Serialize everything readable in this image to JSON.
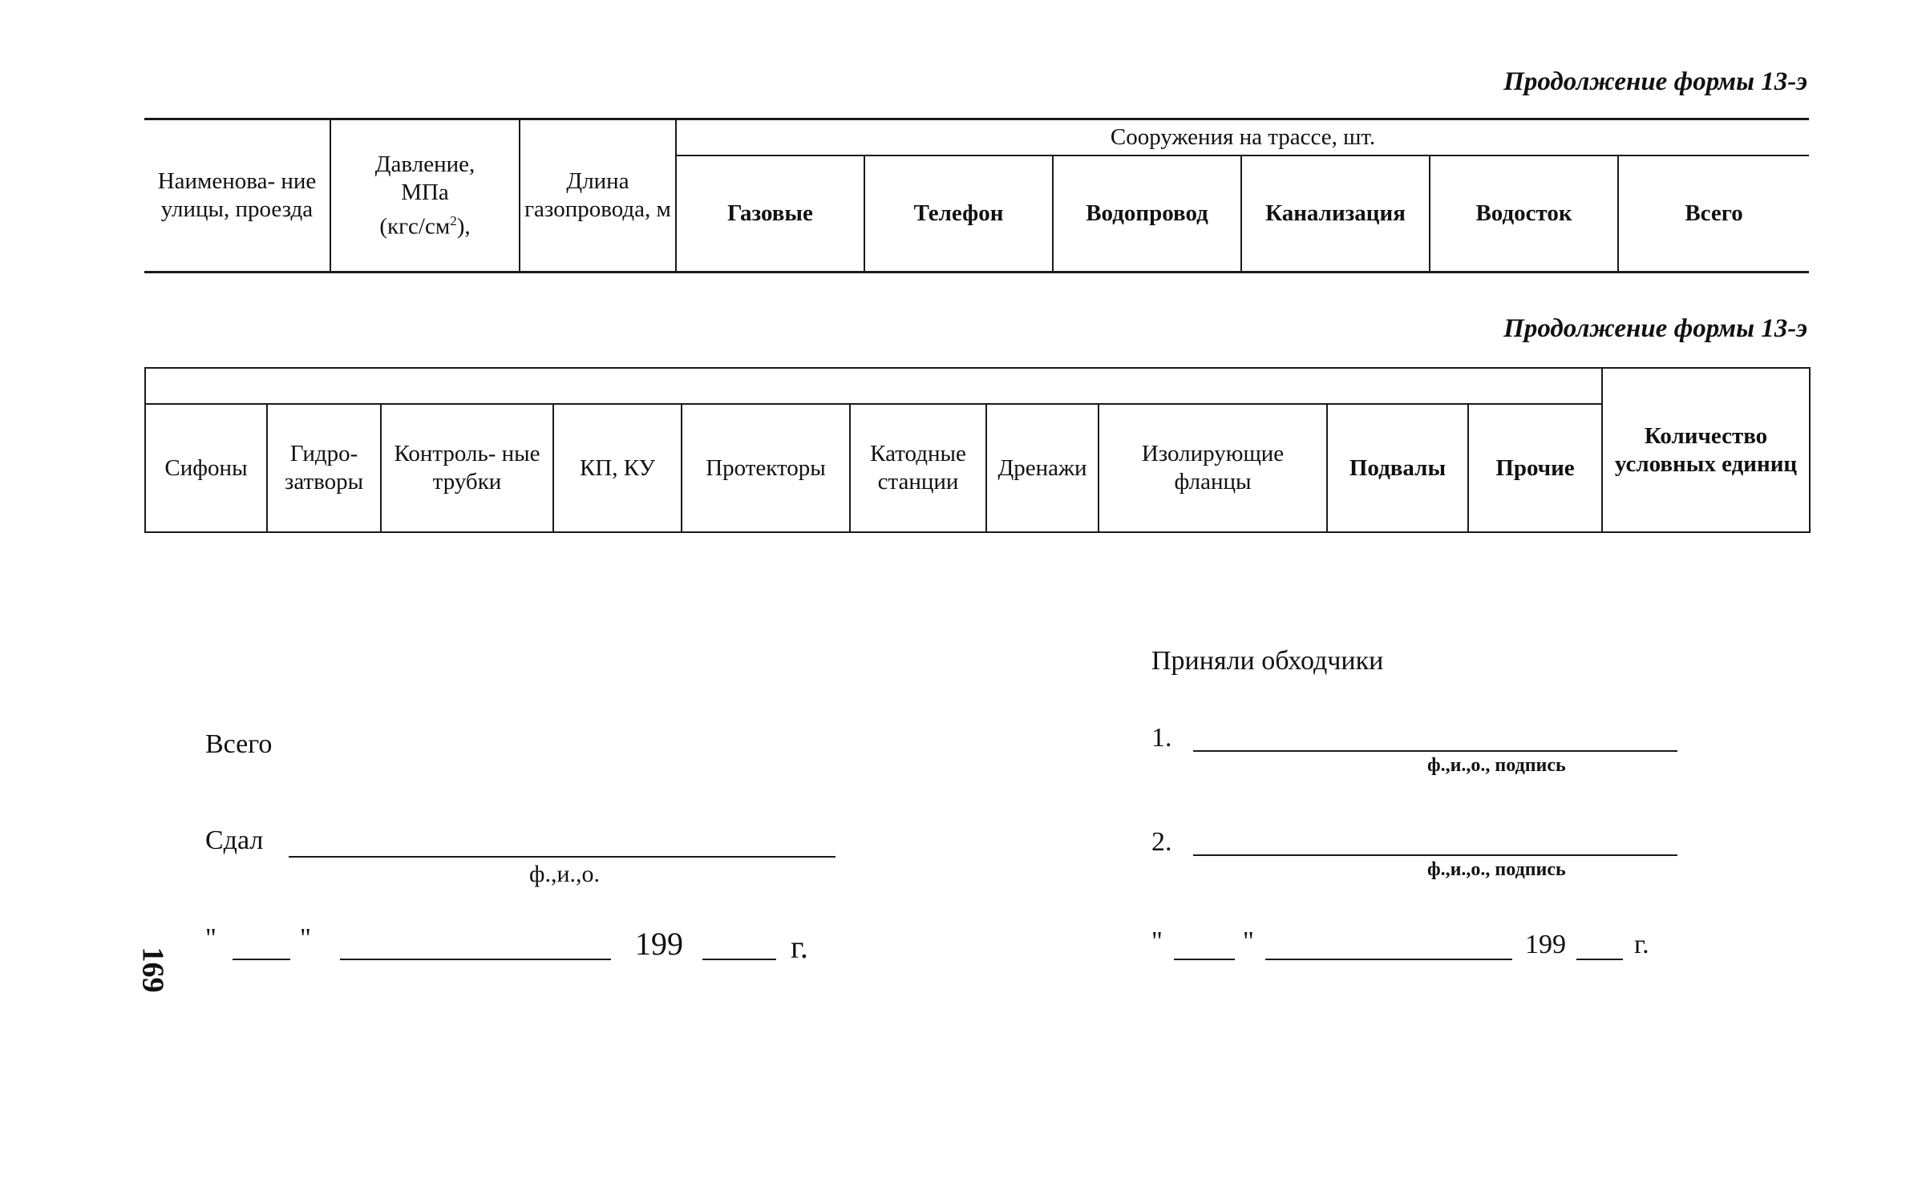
{
  "caption_top": "Продолжение формы 13-э",
  "table1": {
    "group_header": "Сооружения на трассе, шт.",
    "col_street": "Наименова- ние улицы, проезда",
    "col_pressure_line1": "Давление,",
    "col_pressure_line2": "МПа",
    "col_pressure_line3": "(кгс/см",
    "col_pressure_sup": "2",
    "col_pressure_line3_end": "),",
    "col_length": "Длина газопровода, м",
    "sub": [
      "Газовые",
      "Телефон",
      "Водопровод",
      "Канализация",
      "Водосток",
      "Всего"
    ]
  },
  "caption_bottom": "Продолжение формы 13-э",
  "table2": {
    "cols": [
      "Сифоны",
      "Гидро- затворы",
      "Контроль- ные трубки",
      "КП, КУ",
      "Протекторы",
      "Катодные станции",
      "Дренажи",
      "Изолирующие фланцы",
      "Подвалы",
      "Прочие"
    ],
    "col_units": "Количество условных единиц"
  },
  "footer": {
    "total_label": "Всего",
    "handed_label": "Сдал",
    "handed_hint": "ф.,и.,о.",
    "date_open_quote": "\"",
    "date_close_quote": "\"",
    "date_year": "199",
    "date_suffix": "г.",
    "accepted_title": "Приняли обходчики",
    "walker1_num": "1.",
    "walker2_num": "2.",
    "walker_hint": "ф.,и.,о.,  подпись",
    "right_date_year": "199",
    "right_date_suffix": "г."
  },
  "page_number": "169"
}
